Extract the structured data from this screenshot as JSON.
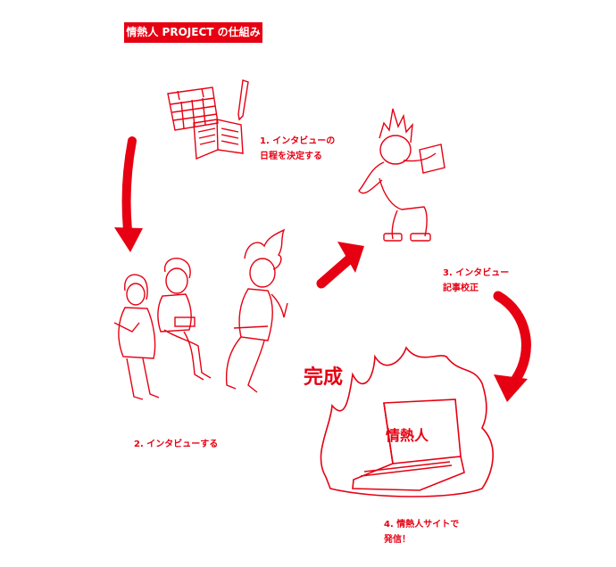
{
  "title": "情熱人 PROJECT の仕組み",
  "steps": [
    {
      "line1": "1. インタビューの",
      "line2": "日程を決定する"
    },
    {
      "line1": "2. インタビューする",
      "line2": ""
    },
    {
      "line1": "3. インタビュー",
      "line2": "記事校正"
    },
    {
      "line1": "4. 情熱人サイトで",
      "line2": "発信！"
    }
  ],
  "complete_label": "完成",
  "laptop_logo": "情熱人",
  "colors": {
    "accent": "#e60012",
    "line": "#e60012",
    "background": "#ffffff"
  }
}
